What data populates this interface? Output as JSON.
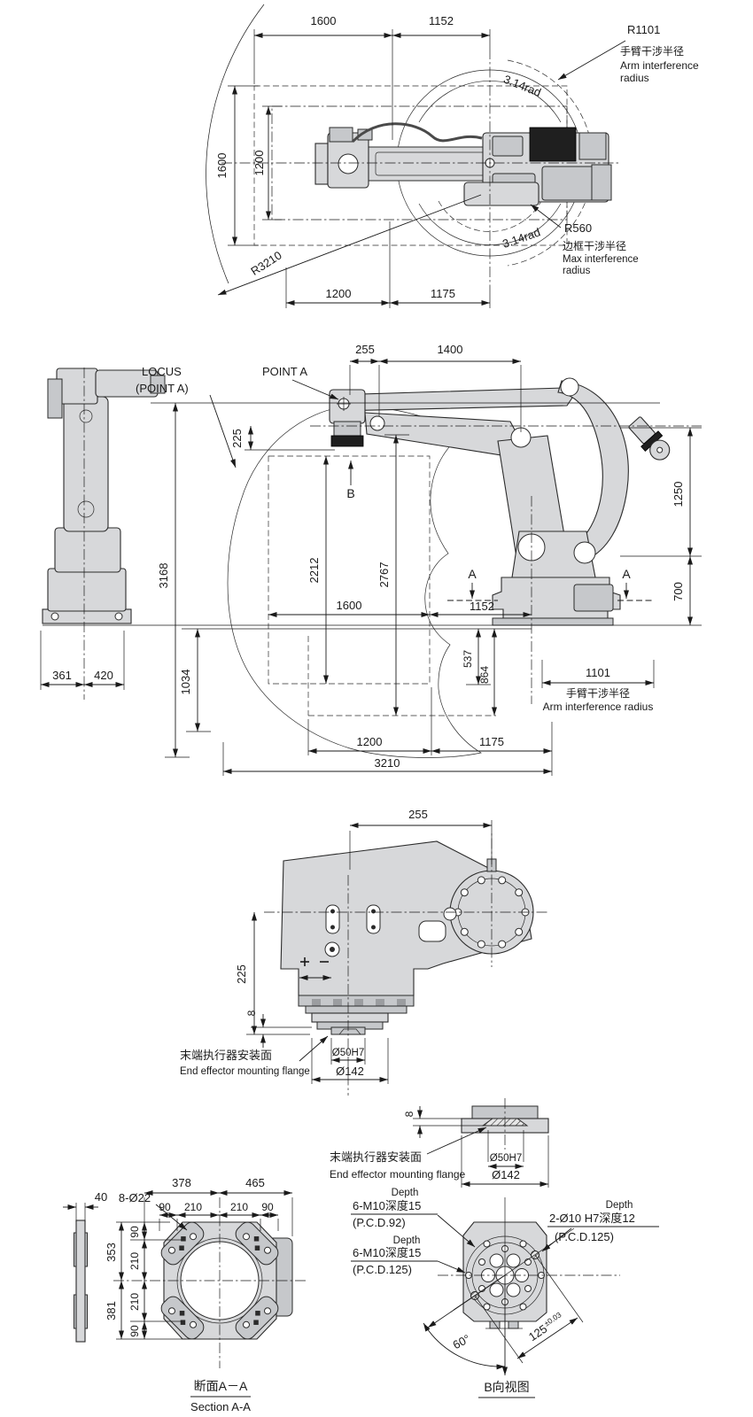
{
  "colors": {
    "line": "#1a1a1a",
    "machine_fill": "#d7d8da",
    "background": "#ffffff"
  },
  "top_view": {
    "dim_w_left": "1600",
    "dim_w_right": "1152",
    "dim_h_outer": "1600",
    "dim_h_inner": "1200",
    "dim_b_left": "1200",
    "dim_b_right": "1175",
    "rad_label": "3.14rad",
    "r3210": "R3210",
    "arm_radius": {
      "code": "R1101",
      "zh": "手臂干涉半径",
      "en1": "Arm interference",
      "en2": "radius"
    },
    "max_radius": {
      "code": "R560",
      "zh": "边框干涉半径",
      "en1": "Max interference",
      "en2": "radius"
    }
  },
  "side_view": {
    "locus_line1": "LOCUS",
    "locus_line2": "(POINT A)",
    "point_a": "POINT A",
    "dim_255": "255",
    "dim_1400": "1400",
    "dim_225": "225",
    "label_b": "B",
    "dim_3168": "3168",
    "dim_2212": "2212",
    "dim_2767": "2767",
    "dim_1600": "1600",
    "dim_1152": "1152",
    "dim_1034": "1034",
    "dim_537": "537",
    "dim_864": "864",
    "dim_1250": "1250",
    "dim_700": "700",
    "section_a": "A",
    "arm_radius": {
      "code": "1101",
      "zh": "手臂干涉半径",
      "en": "Arm interference radius"
    },
    "dim_361": "361",
    "dim_420": "420",
    "dim_b1200": "1200",
    "dim_b1175": "1175",
    "dim_3210": "3210"
  },
  "wrist_view": {
    "dim_255": "255",
    "dim_225": "225",
    "dim_8": "8",
    "flange_zh": "末端执行器安装面",
    "flange_en": "End effector mounting flange",
    "dia_50": "Ø50H7",
    "dia_142": "Ø142"
  },
  "flange_section": {
    "dim_8": "8",
    "flange_zh": "末端执行器安装面",
    "flange_en": "End effector mounting flange",
    "dia_50": "Ø50H7",
    "dia_142": "Ø142"
  },
  "section_aa": {
    "dim_40": "40",
    "holes": "8-Ø22",
    "dim_378": "378",
    "dim_465": "465",
    "dim_90": "90",
    "dim_210": "210",
    "dim_353": "353",
    "dim_381": "381",
    "caption_zh": "断面A－A",
    "caption_en": "Section A-A"
  },
  "b_view": {
    "depth": "Depth",
    "m10_92": "6-M10深度15",
    "pcd_92": "(P.C.D.92)",
    "m10_125": "6-M10深度15",
    "pcd_125": "(P.C.D.125)",
    "pin_label": "2-Ø10 H7深度12",
    "pin_pcd": "(P.C.D.125)",
    "angle_60": "60°",
    "dim_125": "125",
    "tol_125": "±0.03",
    "caption": "B向视图"
  }
}
